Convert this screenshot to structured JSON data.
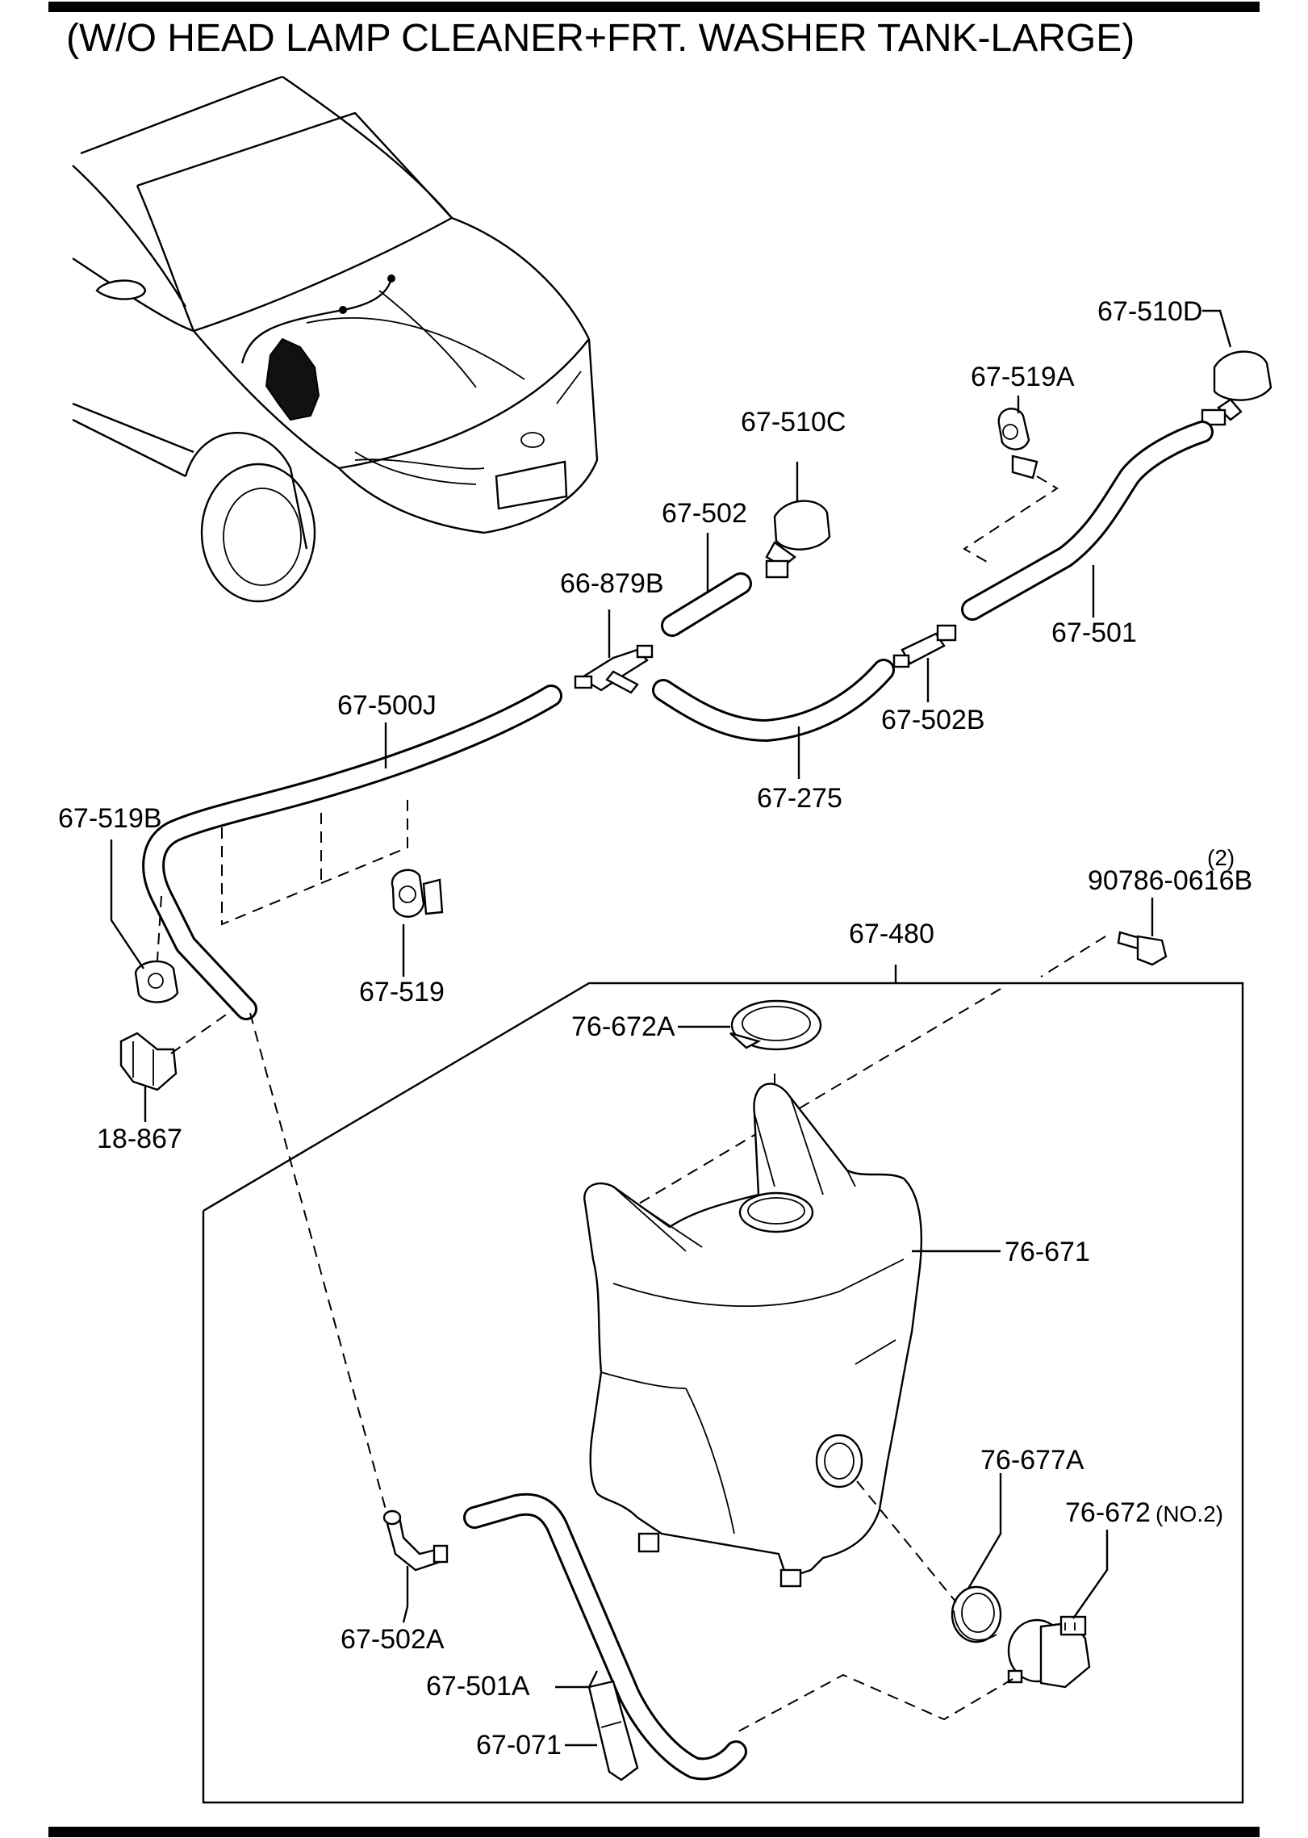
{
  "title": "(W/O HEAD LAMP CLEANER+FRT. WASHER TANK-LARGE)",
  "labels": {
    "p67_510D": "67-510D",
    "p67_519A": "67-519A",
    "p67_510C": "67-510C",
    "p67_502": "67-502",
    "p66_879B": "66-879B",
    "p67_501": "67-501",
    "p67_500J": "67-500J",
    "p67_502B": "67-502B",
    "p67_275": "67-275",
    "p67_519B": "67-519B",
    "qty": "(2)",
    "p90786_0616B": "90786-0616B",
    "p67_480": "67-480",
    "p67_519": "67-519",
    "p76_672A": "76-672A",
    "p18_867": "18-867",
    "p76_671": "76-671",
    "p76_677A": "76-677A",
    "p76_672": "76-672",
    "no2": "(NO.2)",
    "p67_502A": "67-502A",
    "p67_501A": "67-501A",
    "p67_071": "67-071"
  }
}
